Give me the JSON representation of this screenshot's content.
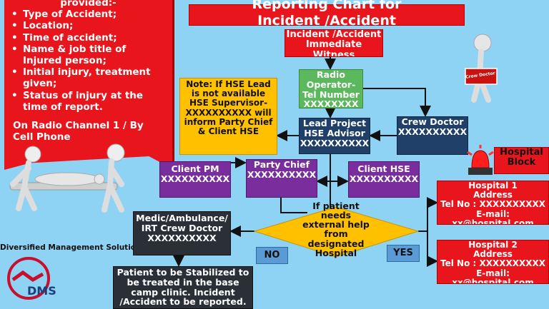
{
  "title": {
    "line1": "Reporting Chart for",
    "line2": "Incident /Accident"
  },
  "info_panel": {
    "header": "provided:-",
    "items": [
      "Type of Accident;",
      " Location;",
      "Time of accident;",
      "Name & job title of Injured person;",
      "Initial injury, treatment given;",
      "Status of injury at the time of report."
    ],
    "radio_line1": "On Radio Channel 1 / By",
    "radio_line2": "Cell Phone"
  },
  "nodes": {
    "witness": "Incident /Accident Immediate Witness",
    "radio": "Radio Operator- Tel Number XXXXXXXX",
    "lead": "Lead Project HSE Advisor XXXXXXXXXX",
    "crew_top": "Crew Doctor XXXXXXXXXX",
    "note": "Note: If HSE Lead is not available HSE Supervisor- XXXXXXXXXX will inform Party Chief & Client HSE",
    "client_pm": "Client PM XXXXXXXXXX",
    "party_chief": "Party Chief XXXXXXXXXX",
    "client_hse": "Client HSE XXXXXXXXXX",
    "decision": "If patient needs external help from designated Hospital",
    "medic": "Medic/Ambulance/ IRT Crew Doctor XXXXXXXXXX",
    "stabilize": "Patient to be Stabilized to be treated in the base camp clinic. Incident /Accident to be reported.",
    "no": "NO",
    "yes": "YES",
    "hospital_block": "Hospital Block",
    "hospital1": {
      "name": "Hospital 1",
      "address": "Address",
      "tel": "Tel No : XXXXXXXXXX",
      "email": "E-mail: xx@hospital.com"
    },
    "hospital2": {
      "name": "Hospital 2",
      "address": "Address",
      "tel": "Tel No : XXXXXXXXXX",
      "email": "E-mail: xx@hospital.com"
    }
  },
  "company": {
    "text": "Diversified Management Solutions",
    "logo": "DMS"
  },
  "figure_sign": "Crew Doctor",
  "colors": {
    "background": "#8fd3f4",
    "red": "#e8151c",
    "green": "#5cb85c",
    "navy": "#20406a",
    "purple": "#7a2e9e",
    "yellow": "#ffc000",
    "dark": "#2a2f38",
    "blue": "#5b9bd5"
  }
}
